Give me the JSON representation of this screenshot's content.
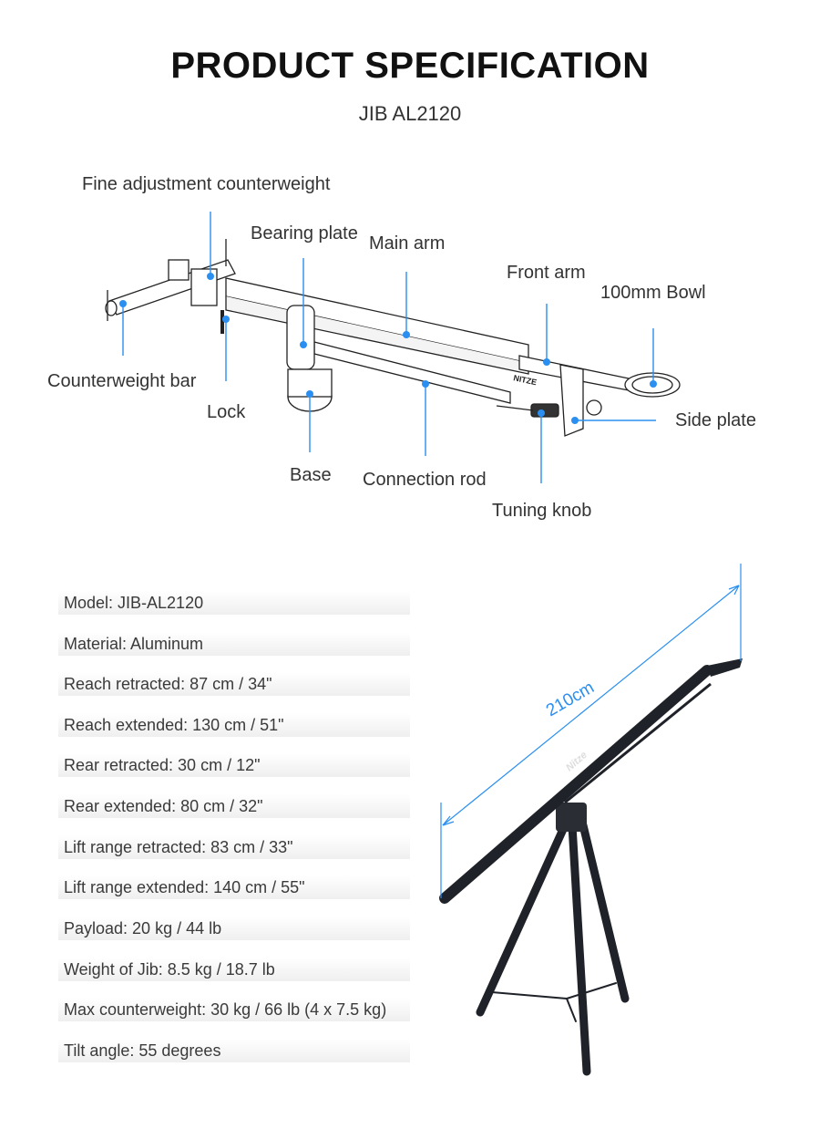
{
  "header": {
    "title": "PRODUCT SPECIFICATION",
    "subtitle": "JIB AL2120"
  },
  "colors": {
    "accent": "#2a8ff0",
    "text": "#333333",
    "title": "#111111"
  },
  "diagram": {
    "labels": {
      "fine_adjustment": "Fine adjustment counterweight",
      "bearing_plate": "Bearing plate",
      "main_arm": "Main arm",
      "front_arm": "Front arm",
      "bowl": "100mm Bowl",
      "counterweight_bar": "Counterweight bar",
      "lock": "Lock",
      "side_plate": "Side plate",
      "base": "Base",
      "connection_rod": "Connection rod",
      "tuning_knob": "Tuning knob"
    },
    "brand_mark": "NITZE"
  },
  "specs": [
    "Model: JIB-AL2120",
    "Material: Aluminum",
    "Reach retracted: 87 cm / 34\"",
    "Reach extended: 130 cm / 51\"",
    "Rear retracted: 30 cm / 12\"",
    "Rear extended: 80 cm / 32\"",
    "Lift range retracted: 83 cm / 33\"",
    "Lift range extended: 140 cm / 55\"",
    "Payload: 20 kg / 44 lb",
    "Weight of Jib: 8.5 kg / 18.7 lb",
    "Max counterweight: 30 kg / 66 lb (4 x 7.5 kg)",
    "Tilt angle: 55 degrees"
  ],
  "photo": {
    "dimension_label": "210cm",
    "brand_mark": "Nitze"
  }
}
